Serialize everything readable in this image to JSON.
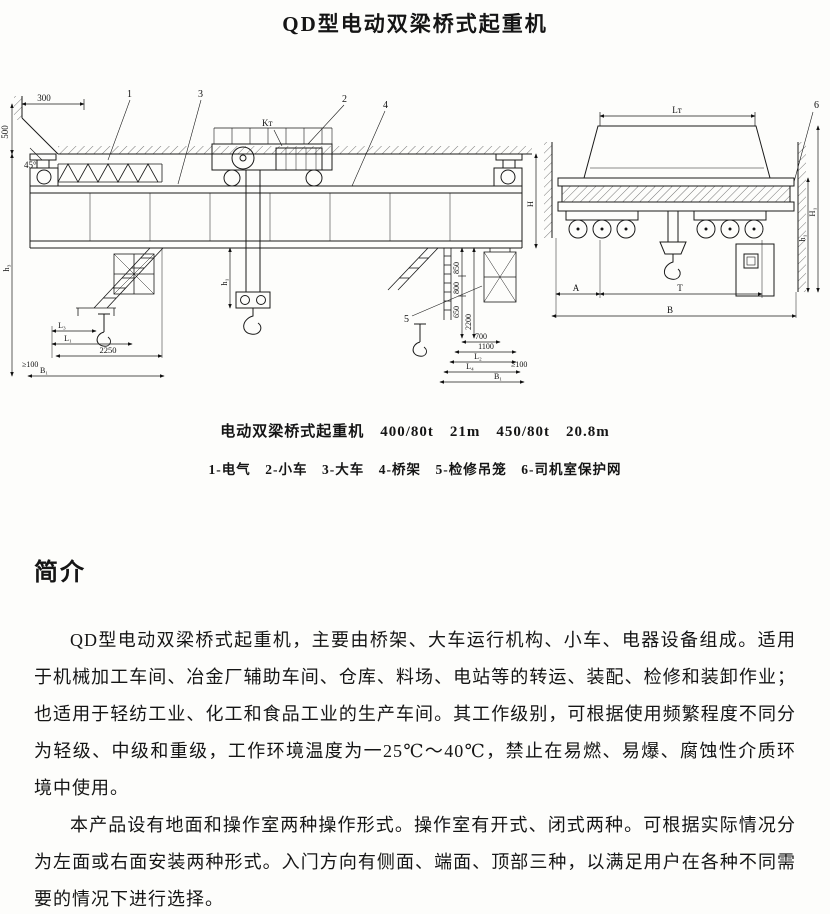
{
  "page": {
    "title": "QD型电动双梁桥式起重机"
  },
  "figure": {
    "caption": "电动双梁桥式起重机　400/80t　21m　450/80t　20.8m",
    "legend": "1-电气　2-小车　3-大车　4-桥架　5-检修吊笼　6-司机室保护网",
    "labels": {
      "dim300": "300",
      "dim500": "500",
      "angle45": "45°",
      "kt": "Kт",
      "c1": "1",
      "c2": "2",
      "c3": "3",
      "c4": "4",
      "c5": "5",
      "c6": "6",
      "h1": "h₁",
      "h3": "h₃",
      "H": "H",
      "s850": "850",
      "s800": "800",
      "s650": "650",
      "d2200": "2200",
      "d2250": "2250",
      "d700": "700",
      "d1100": "1100",
      "L1": "L₁",
      "L2": "L₂",
      "L3": "L₃",
      "L4": "L₄",
      "B1l": "B₁",
      "B1r": "B₁",
      "ge100l": "≥100",
      "ge100r": "≥100",
      "LT": "Lт",
      "A": "A",
      "T": "T",
      "B": "B",
      "h1r": "h₁",
      "H1": "H₁"
    }
  },
  "intro": {
    "heading": "简介",
    "paragraphs": [
      "QD型电动双梁桥式起重机，主要由桥架、大车运行机构、小车、电器设备组成。适用于机械加工车间、冶金厂辅助车间、仓库、料场、电站等的转运、装配、检修和装卸作业；也适用于轻纺工业、化工和食品工业的生产车间。其工作级别，可根据使用频繁程度不同分为轻级、中级和重级，工作环境温度为一25℃～40℃，禁止在易燃、易爆、腐蚀性介质环境中使用。",
      "本产品设有地面和操作室两种操作形式。操作室有开式、闭式两种。可根据实际情况分为左面或右面安装两种形式。入门方向有侧面、端面、顶部三种，以满足用户在各种不同需要的情况下进行选择。"
    ]
  }
}
